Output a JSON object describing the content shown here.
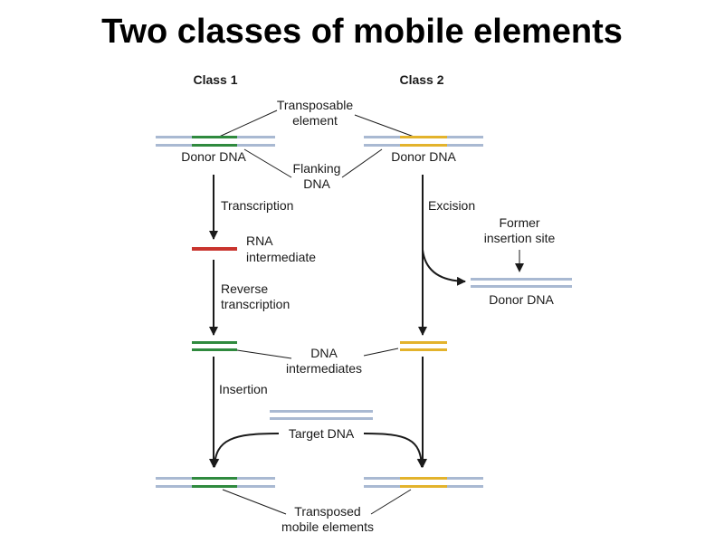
{
  "title": "Two classes of mobile elements",
  "columns": {
    "class1": "Class 1",
    "class2": "Class 2"
  },
  "labels": {
    "transposable_1": "Transposable",
    "transposable_2": "element",
    "donor_dna": "Donor DNA",
    "flanking_1": "Flanking",
    "flanking_2": "DNA",
    "transcription": "Transcription",
    "excision": "Excision",
    "rna_1": "RNA",
    "rna_2": "intermediate",
    "former_1": "Former",
    "former_2": "insertion site",
    "reverse_1": "Reverse",
    "reverse_2": "transcription",
    "dna_int_1": "DNA",
    "dna_int_2": "intermediates",
    "insertion": "Insertion",
    "target_dna": "Target DNA",
    "transposed_1": "Transposed",
    "transposed_2": "mobile elements"
  },
  "colors": {
    "dna": "#a9b9d2",
    "class1_element": "#2f8a3e",
    "class2_element": "#e3b32c",
    "rna": "#c9342e",
    "line": "#1a1a1a"
  }
}
